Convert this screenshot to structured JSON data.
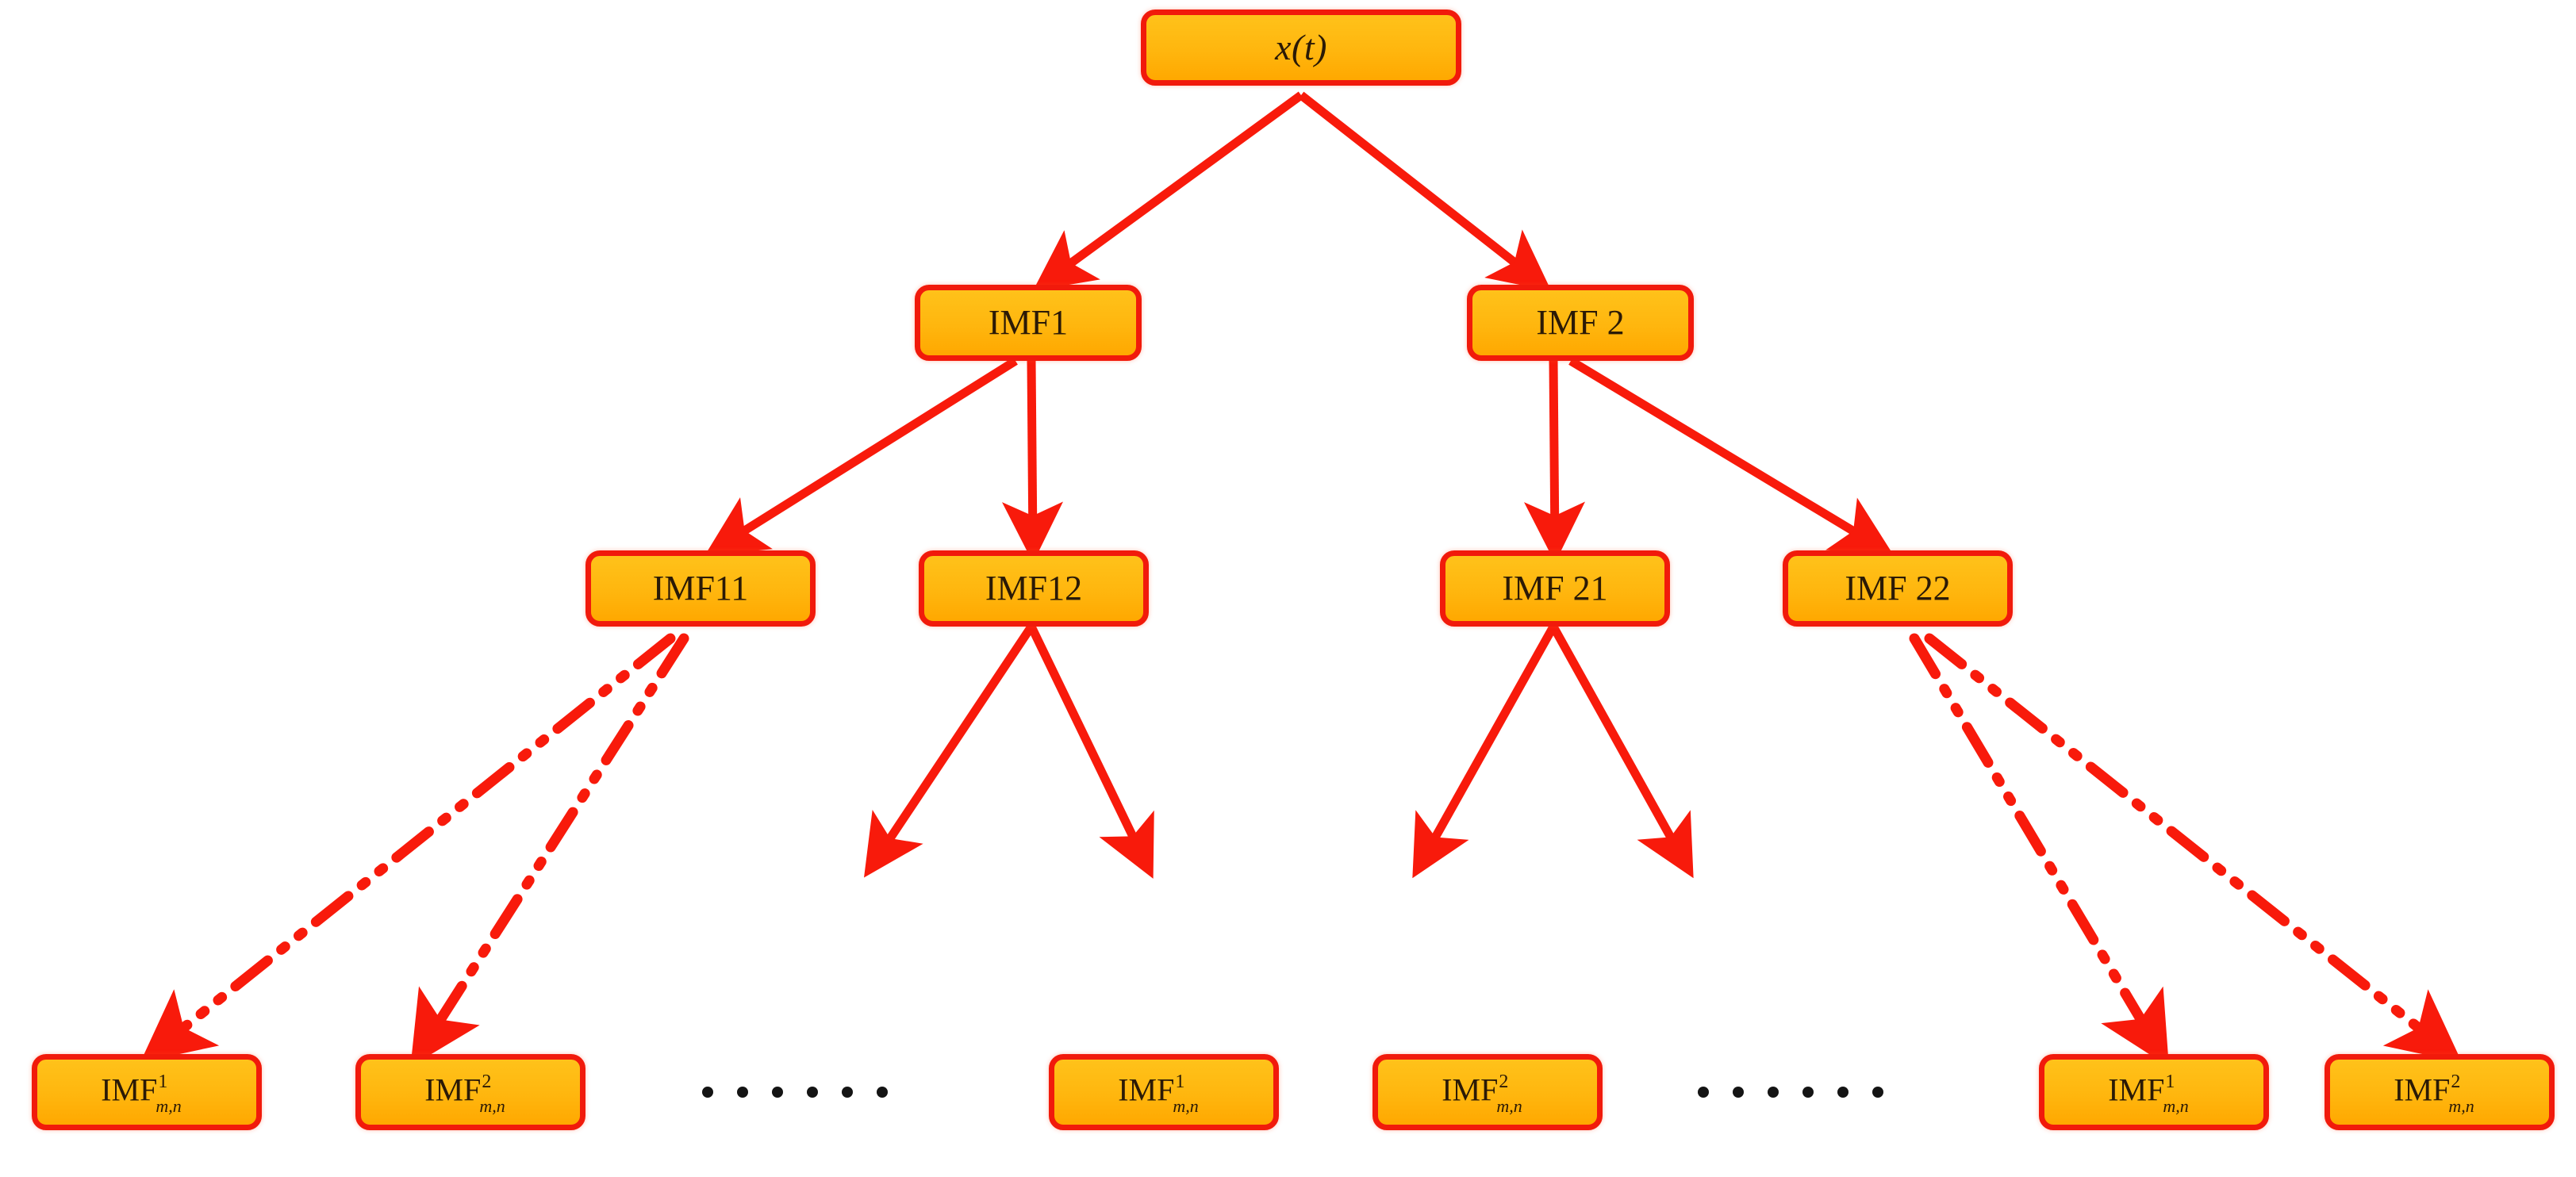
{
  "diagram": {
    "title": "EMD / EEMD hierarchical IMF decomposition tree",
    "colors": {
      "node_fill": "#FFB60E",
      "node_border": "#F11A0B",
      "edge": "#F81A0B",
      "text": "#2b1a06",
      "dot": "#141414",
      "background": "#FFFFFF"
    },
    "levels": [
      {
        "level": 1,
        "nodes": [
          {
            "id": "root",
            "label": "x(t)",
            "style": "italic"
          }
        ]
      },
      {
        "level": 2,
        "nodes": [
          {
            "id": "imf1",
            "label": "IMF1"
          },
          {
            "id": "imf2",
            "label": "IMF 2"
          }
        ]
      },
      {
        "level": 3,
        "nodes": [
          {
            "id": "imf11",
            "label": "IMF11"
          },
          {
            "id": "imf12",
            "label": "IMF12"
          },
          {
            "id": "imf21",
            "label": "IMF 21"
          },
          {
            "id": "imf22",
            "label": "IMF 22"
          }
        ]
      },
      {
        "level": 4,
        "nodes": [
          {
            "id": "leaf1",
            "base": "IMF",
            "sup": "1",
            "sub": "m,n"
          },
          {
            "id": "leaf2",
            "base": "IMF",
            "sup": "2",
            "sub": "m,n"
          },
          {
            "id": "leaf3",
            "base": "IMF",
            "sup": "1",
            "sub": "m,n"
          },
          {
            "id": "leaf4",
            "base": "IMF",
            "sup": "2",
            "sub": "m,n"
          },
          {
            "id": "leaf5",
            "base": "IMF",
            "sup": "1",
            "sub": "m,n"
          },
          {
            "id": "leaf6",
            "base": "IMF",
            "sup": "2",
            "sub": "m,n"
          }
        ]
      }
    ],
    "ellipses": [
      {
        "id": "ellipsis-left",
        "dot_count": 6
      },
      {
        "id": "ellipsis-right",
        "dot_count": 6
      }
    ],
    "edges": [
      {
        "from": "root",
        "to": "imf1",
        "style": "solid"
      },
      {
        "from": "root",
        "to": "imf2",
        "style": "solid"
      },
      {
        "from": "imf1",
        "to": "imf11",
        "style": "solid"
      },
      {
        "from": "imf1",
        "to": "imf12",
        "style": "solid"
      },
      {
        "from": "imf2",
        "to": "imf21",
        "style": "solid"
      },
      {
        "from": "imf2",
        "to": "imf22",
        "style": "solid"
      },
      {
        "from": "imf11",
        "to": "leaf1",
        "style": "dash-dot-dot"
      },
      {
        "from": "imf11",
        "to": "leaf2",
        "style": "dash-dot-dot"
      },
      {
        "from": "imf12",
        "to": "open-left",
        "style": "solid"
      },
      {
        "from": "imf12",
        "to": "open-right",
        "style": "solid"
      },
      {
        "from": "imf21",
        "to": "open-left",
        "style": "solid"
      },
      {
        "from": "imf21",
        "to": "open-right",
        "style": "solid"
      },
      {
        "from": "imf22",
        "to": "leaf5",
        "style": "dash-dot-dot"
      },
      {
        "from": "imf22",
        "to": "leaf6",
        "style": "dash-dot-dot"
      }
    ]
  }
}
